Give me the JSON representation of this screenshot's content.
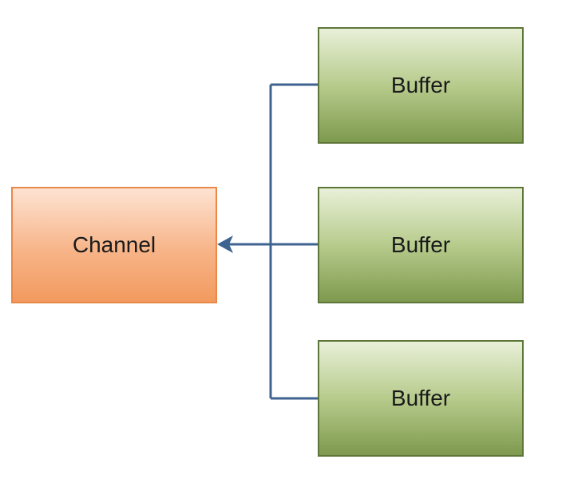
{
  "channel": {
    "label": "Channel"
  },
  "buffers": [
    {
      "label": "Buffer"
    },
    {
      "label": "Buffer"
    },
    {
      "label": "Buffer"
    }
  ],
  "colors": {
    "connector": "#3f6390",
    "channel_border": "#e8894a",
    "buffer_border": "#5e7638"
  }
}
